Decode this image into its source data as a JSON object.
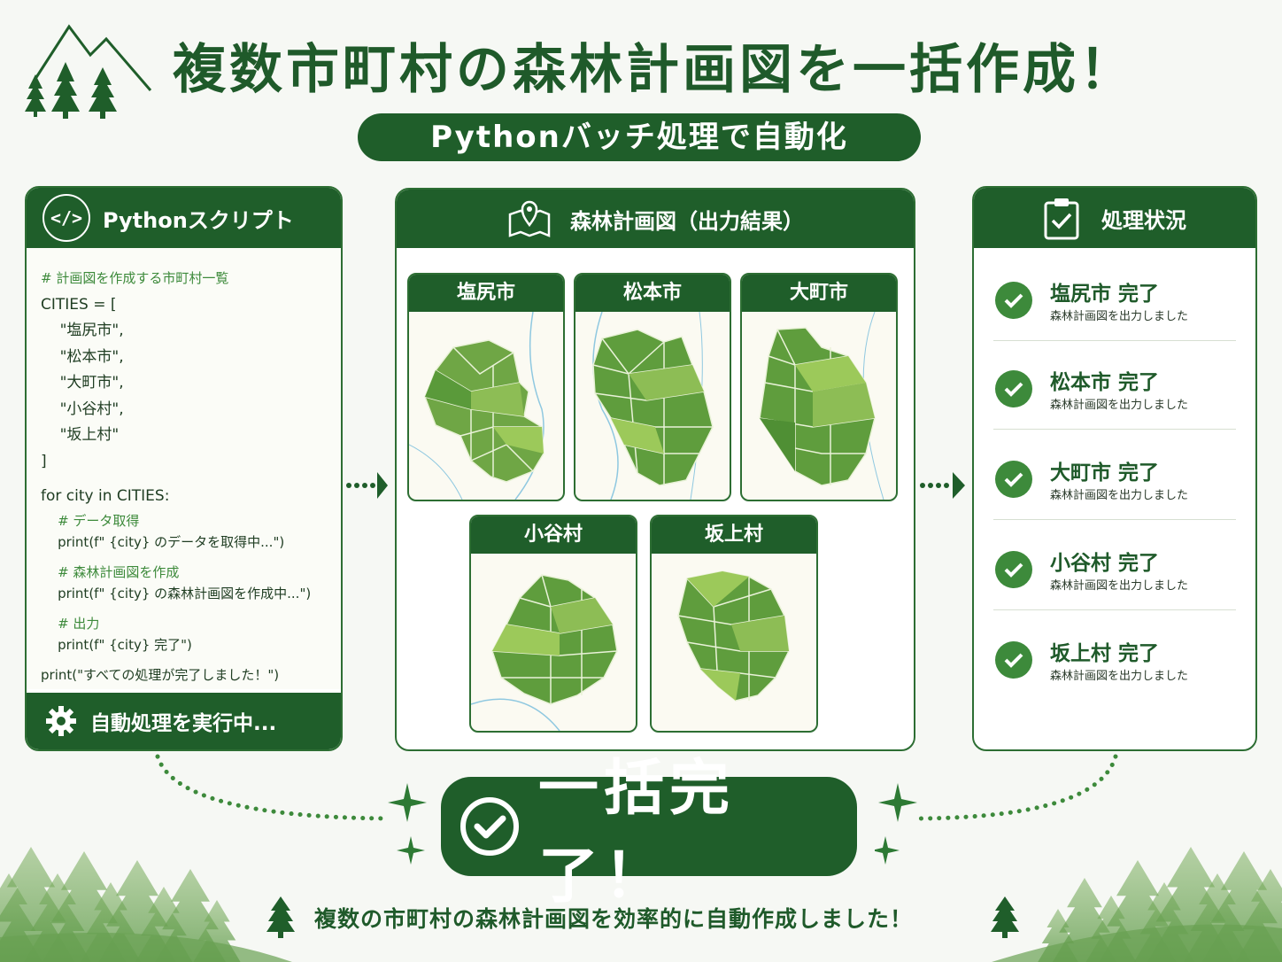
{
  "header": {
    "title": "複数市町村の森林計画図を一括作成！",
    "subtitle": "Pythonバッチ処理で自動化"
  },
  "script_panel": {
    "title": "Pythonスクリプト",
    "code_lines": [
      "# 計画図を作成する市町村一覧",
      "CITIES = [",
      "    \"塩尻市\",",
      "    \"松本市\",",
      "    \"大町市\",",
      "    \"小谷村\",",
      "    \"坂上村\"",
      "]",
      "for city in CITIES:",
      "    # データ取得",
      "    print(f\" {city} のデータを取得中...\")",
      "    # 森林計画図を作成",
      "    print(f\" {city} の森林計画図を作成中...\")",
      "    # 出力",
      "    print(f\" {city} 完了\")",
      "print(\"すべての処理が完了しました！\")"
    ],
    "footer": "自動処理を実行中..."
  },
  "map_panel": {
    "title": "森林計画図（出力結果）",
    "maps": [
      {
        "name": "塩尻市"
      },
      {
        "name": "松本市"
      },
      {
        "name": "大町市"
      },
      {
        "name": "小谷村"
      },
      {
        "name": "坂上村"
      }
    ]
  },
  "status_panel": {
    "title": "処理状況",
    "items": [
      {
        "name": "塩尻市 完了",
        "sub": "森林計画図を出力しました"
      },
      {
        "name": "松本市 完了",
        "sub": "森林計画図を出力しました"
      },
      {
        "name": "大町市 完了",
        "sub": "森林計画図を出力しました"
      },
      {
        "name": "小谷村 完了",
        "sub": "森林計画図を出力しました"
      },
      {
        "name": "坂上村 完了",
        "sub": "森林計画図を出力しました"
      }
    ]
  },
  "complete": {
    "label": "一括完了！"
  },
  "footer": {
    "message": "複数の市町村の森林計画図を効率的に自動作成しました！"
  },
  "colors": {
    "primary": "#1f5e2a",
    "accent": "#3d8a3b",
    "map_light": "#9cc95a",
    "map_dark": "#4f8f34"
  }
}
